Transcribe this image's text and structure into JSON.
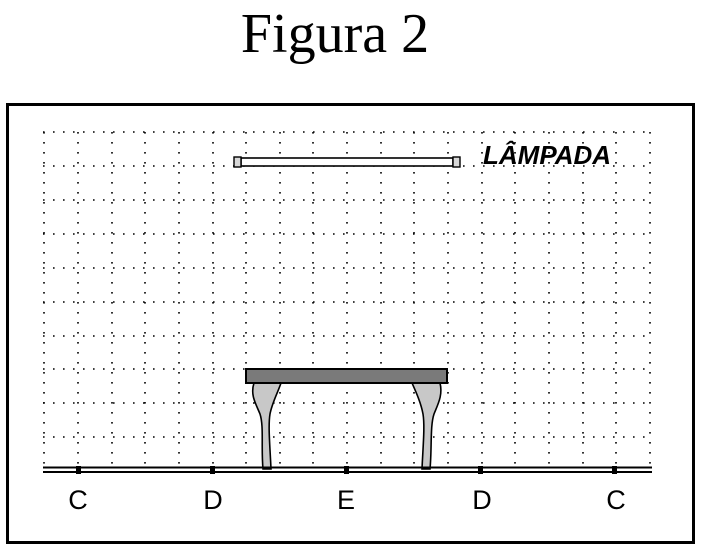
{
  "title": "Figura 2",
  "lamp": {
    "label": "LÂMPADA"
  },
  "floor": {
    "labels": [
      "C",
      "D",
      "E",
      "D",
      "C"
    ]
  },
  "colors": {
    "ink": "#000000",
    "grid_dots": "#000000",
    "table_top": "#7a7a7a",
    "table_legs": "#c8c8c8",
    "lamp_fill": "#ffffff"
  }
}
